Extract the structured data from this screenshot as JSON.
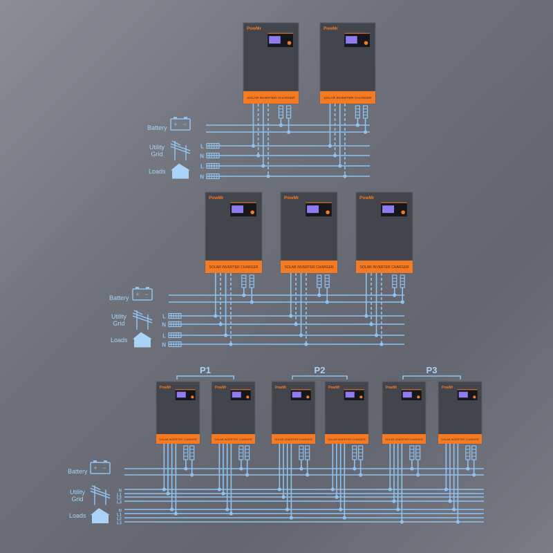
{
  "brand": "PowMr",
  "product_label": "SOLAR INVERTER CHARGER",
  "labels": {
    "battery": "Battery",
    "utility_grid": "Utility Grid",
    "loads": "Loads"
  },
  "sections": [
    {
      "name": "two-unit-parallel",
      "units": 2,
      "ac_lines": [
        "L",
        "N",
        "L",
        "N"
      ]
    },
    {
      "name": "three-unit-parallel",
      "units": 3,
      "ac_lines": [
        "L",
        "N",
        "L",
        "N"
      ]
    },
    {
      "name": "three-phase",
      "units": 6,
      "phases": [
        "P1",
        "P2",
        "P3"
      ],
      "ac_lines": [
        "N",
        "L1",
        "L2",
        "L3",
        "N",
        "L1",
        "L2",
        "L3"
      ]
    }
  ],
  "colors": {
    "wire": "#8fc3f0",
    "body": "#42454c",
    "band": "#f47a23"
  }
}
